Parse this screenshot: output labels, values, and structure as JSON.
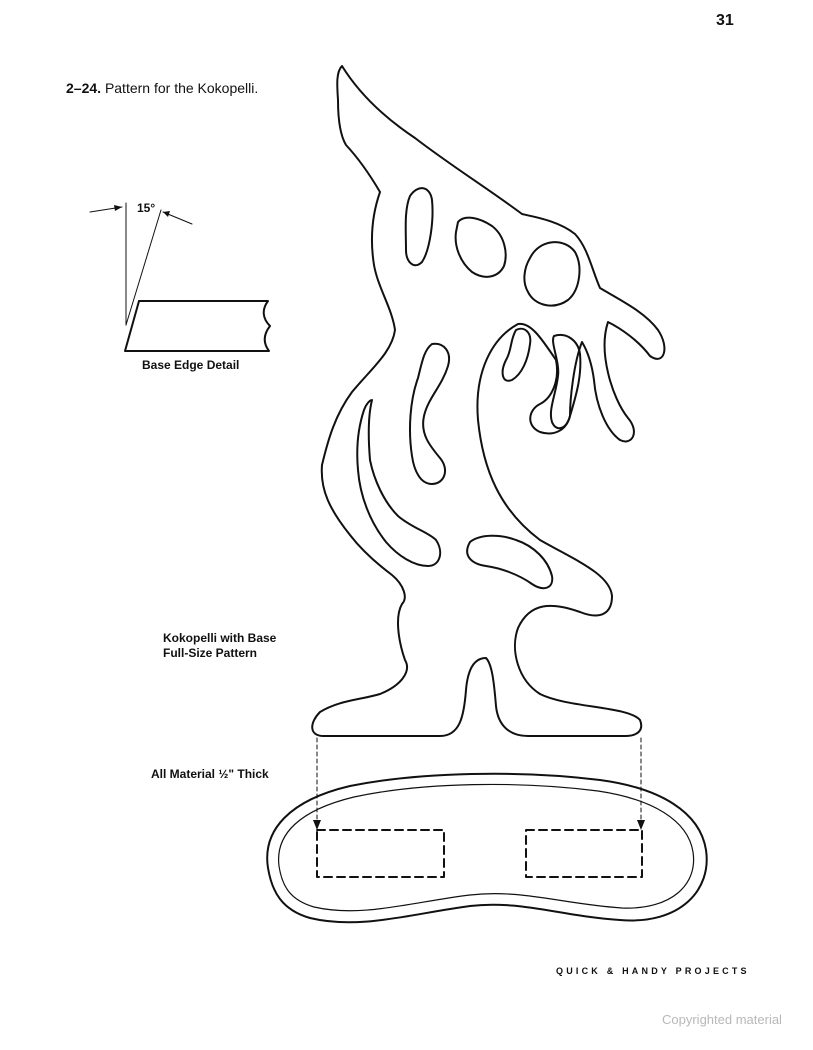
{
  "page": {
    "number": "31",
    "footer": "QUICK & HANDY PROJECTS",
    "watermark": "Copyrighted material"
  },
  "figure": {
    "number": "2–24.",
    "caption": "Pattern for the Kokopelli."
  },
  "base_edge_detail": {
    "angle_label": "15°",
    "label": "Base Edge Detail"
  },
  "pattern": {
    "label_line1": "Kokopelli with Base",
    "label_line2": "Full-Size Pattern"
  },
  "material_note": "All Material ½\" Thick"
}
